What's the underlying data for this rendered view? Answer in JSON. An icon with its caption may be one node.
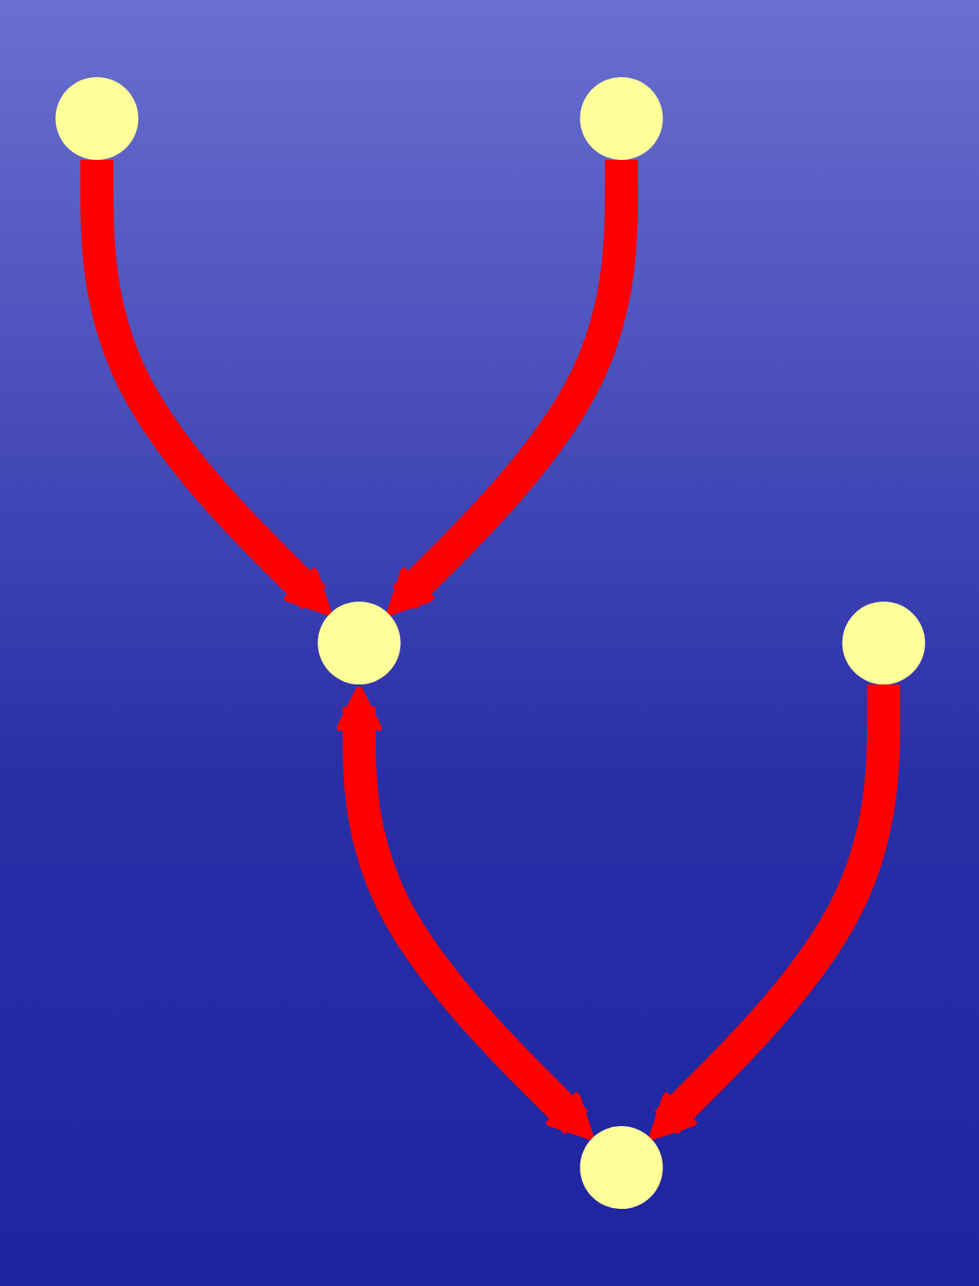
{
  "diagram": {
    "nodes": [
      {
        "text": [],
        "shape": "circle"
      },
      {
        "text": [],
        "shape": "circle"
      },
      {
        "text": [],
        "shape": "circle"
      },
      {
        "text": [],
        "shape": "circle"
      },
      {
        "text": [],
        "shape": "circle"
      }
    ],
    "edges": [
      {
        "from": 0,
        "to": 2,
        "arrow": "to"
      },
      {
        "from": 1,
        "to": 2,
        "arrow": "to"
      },
      {
        "from": 2,
        "to": 3,
        "arrow": "both"
      },
      {
        "from": 4,
        "to": 3,
        "arrow": "to"
      }
    ]
  }
}
